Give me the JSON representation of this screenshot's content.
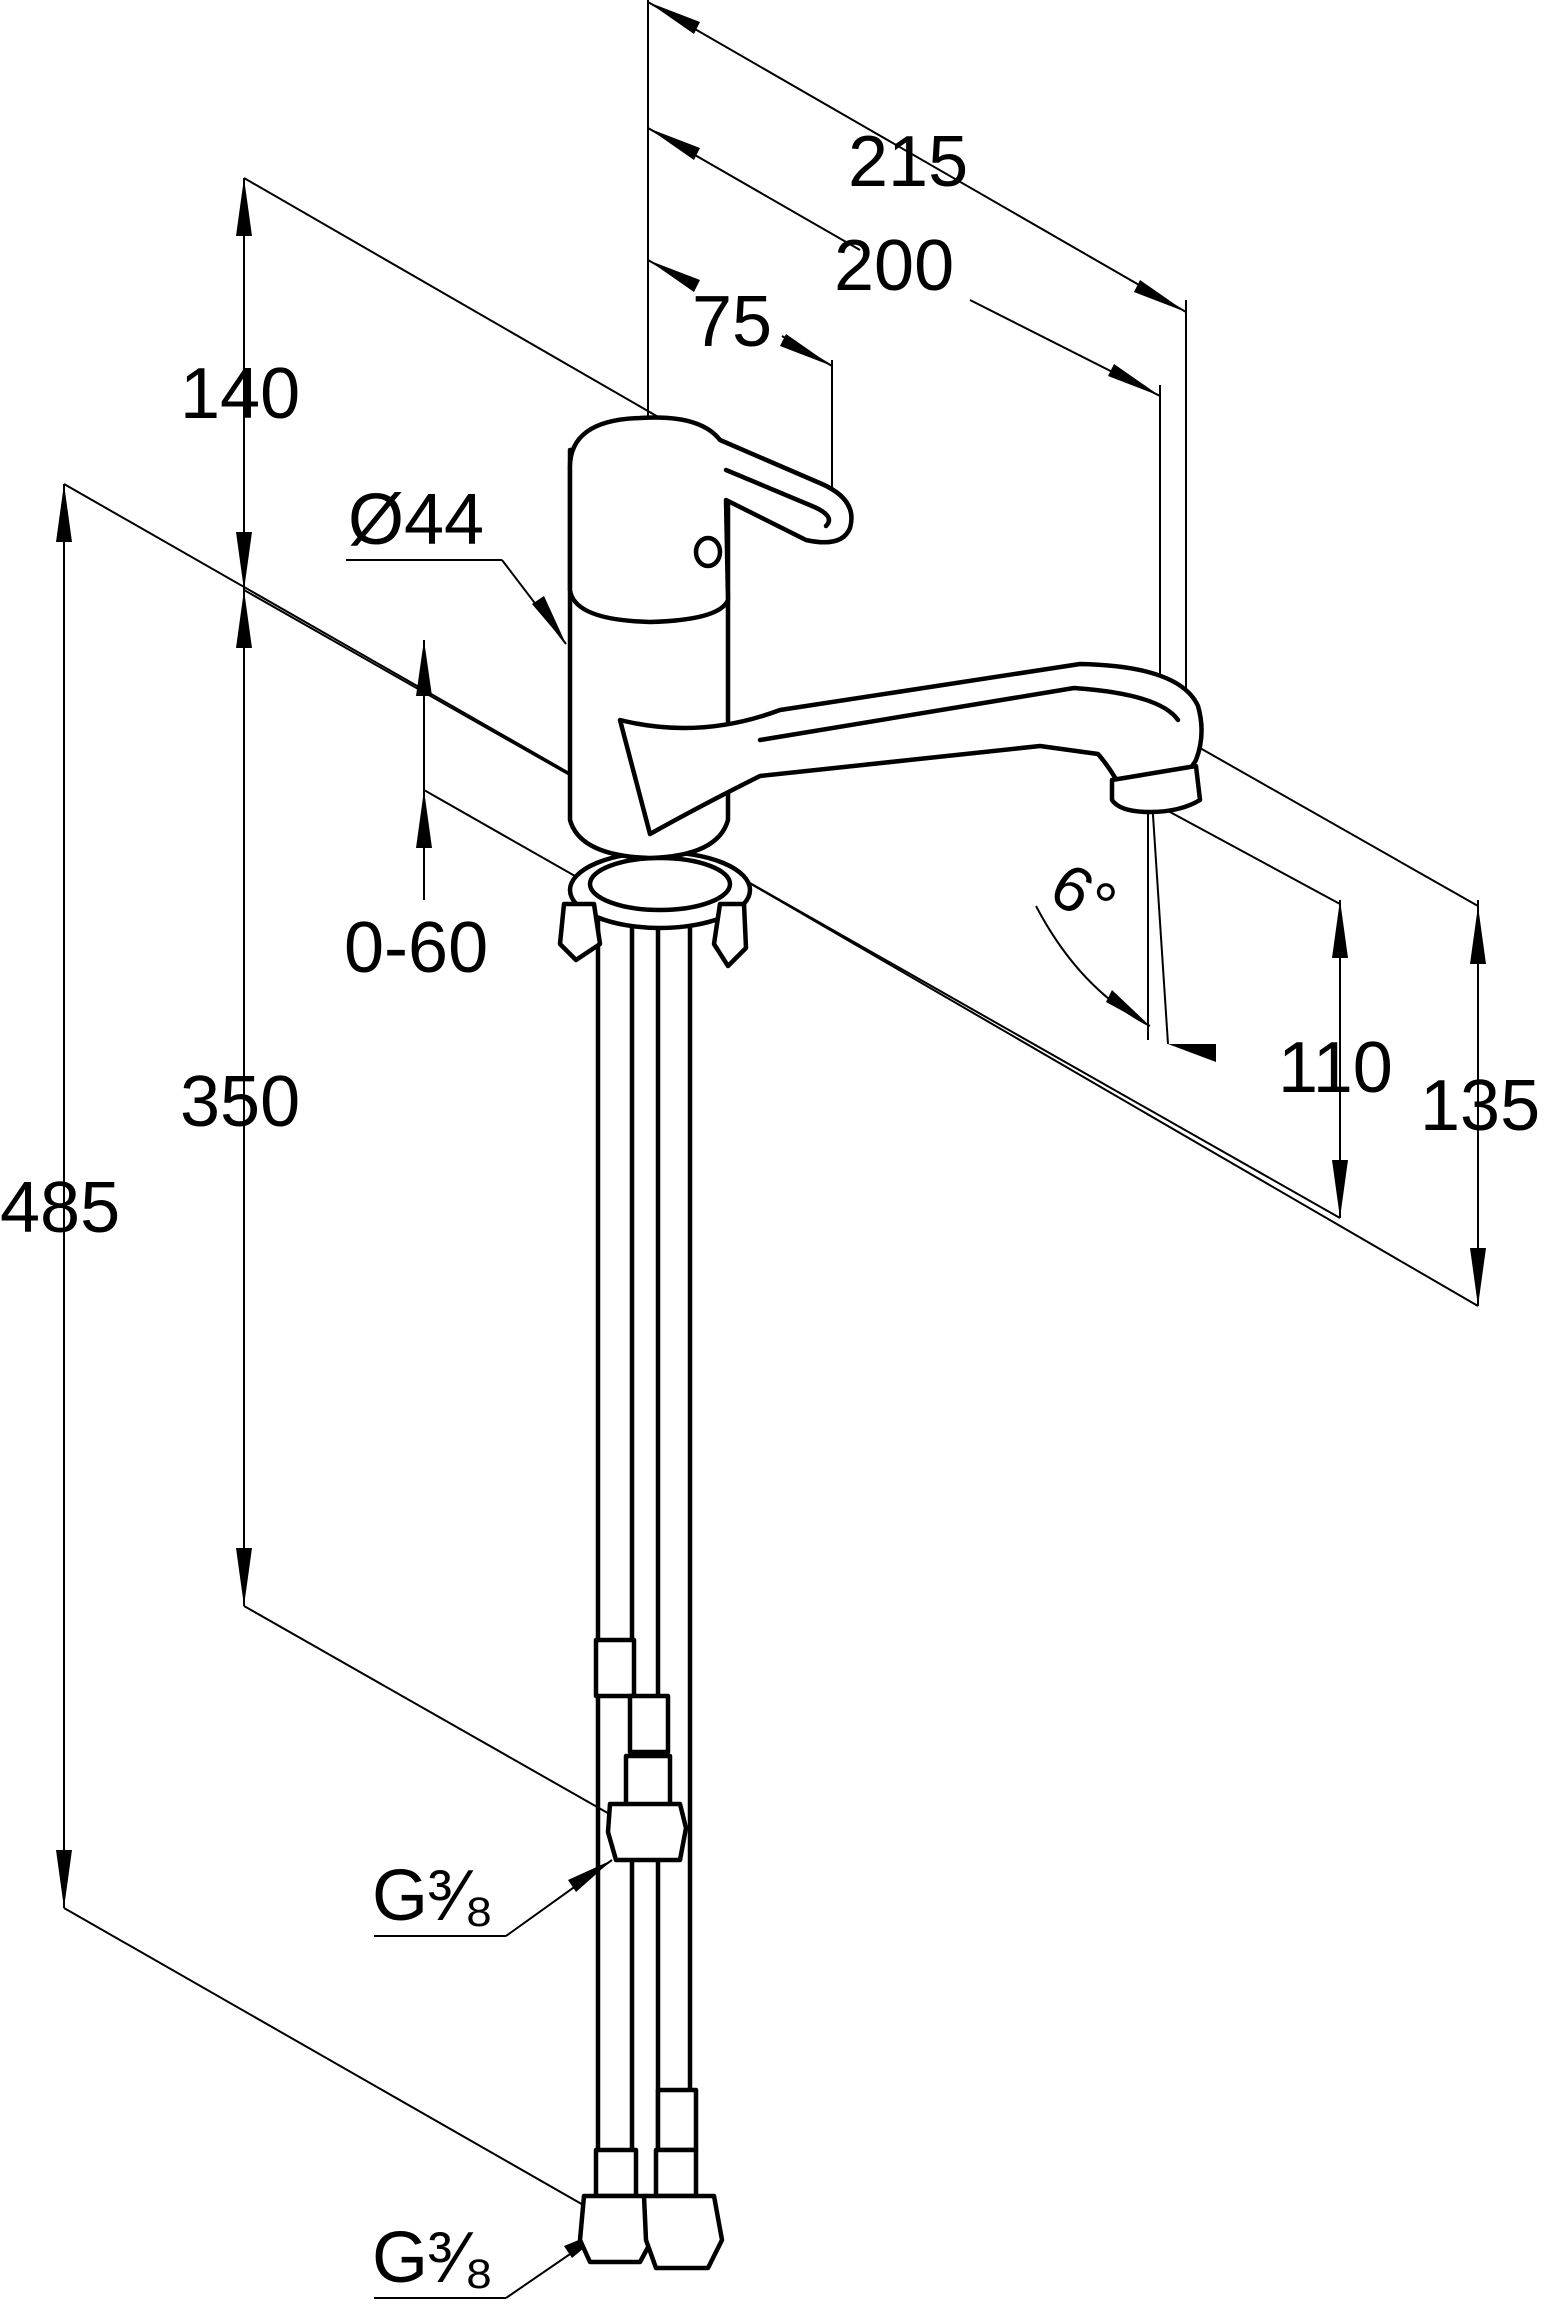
{
  "drawing": {
    "dimensions": {
      "d215": "215",
      "d200": "200",
      "d75": "75",
      "d140": "140",
      "d44": "Ø44",
      "d060": "0-60",
      "d350": "350",
      "d485": "485",
      "d110": "110",
      "d135": "135",
      "angle": "6°"
    },
    "threads": {
      "upper": "G³⁄₈",
      "lower": "G³⁄₈"
    }
  }
}
